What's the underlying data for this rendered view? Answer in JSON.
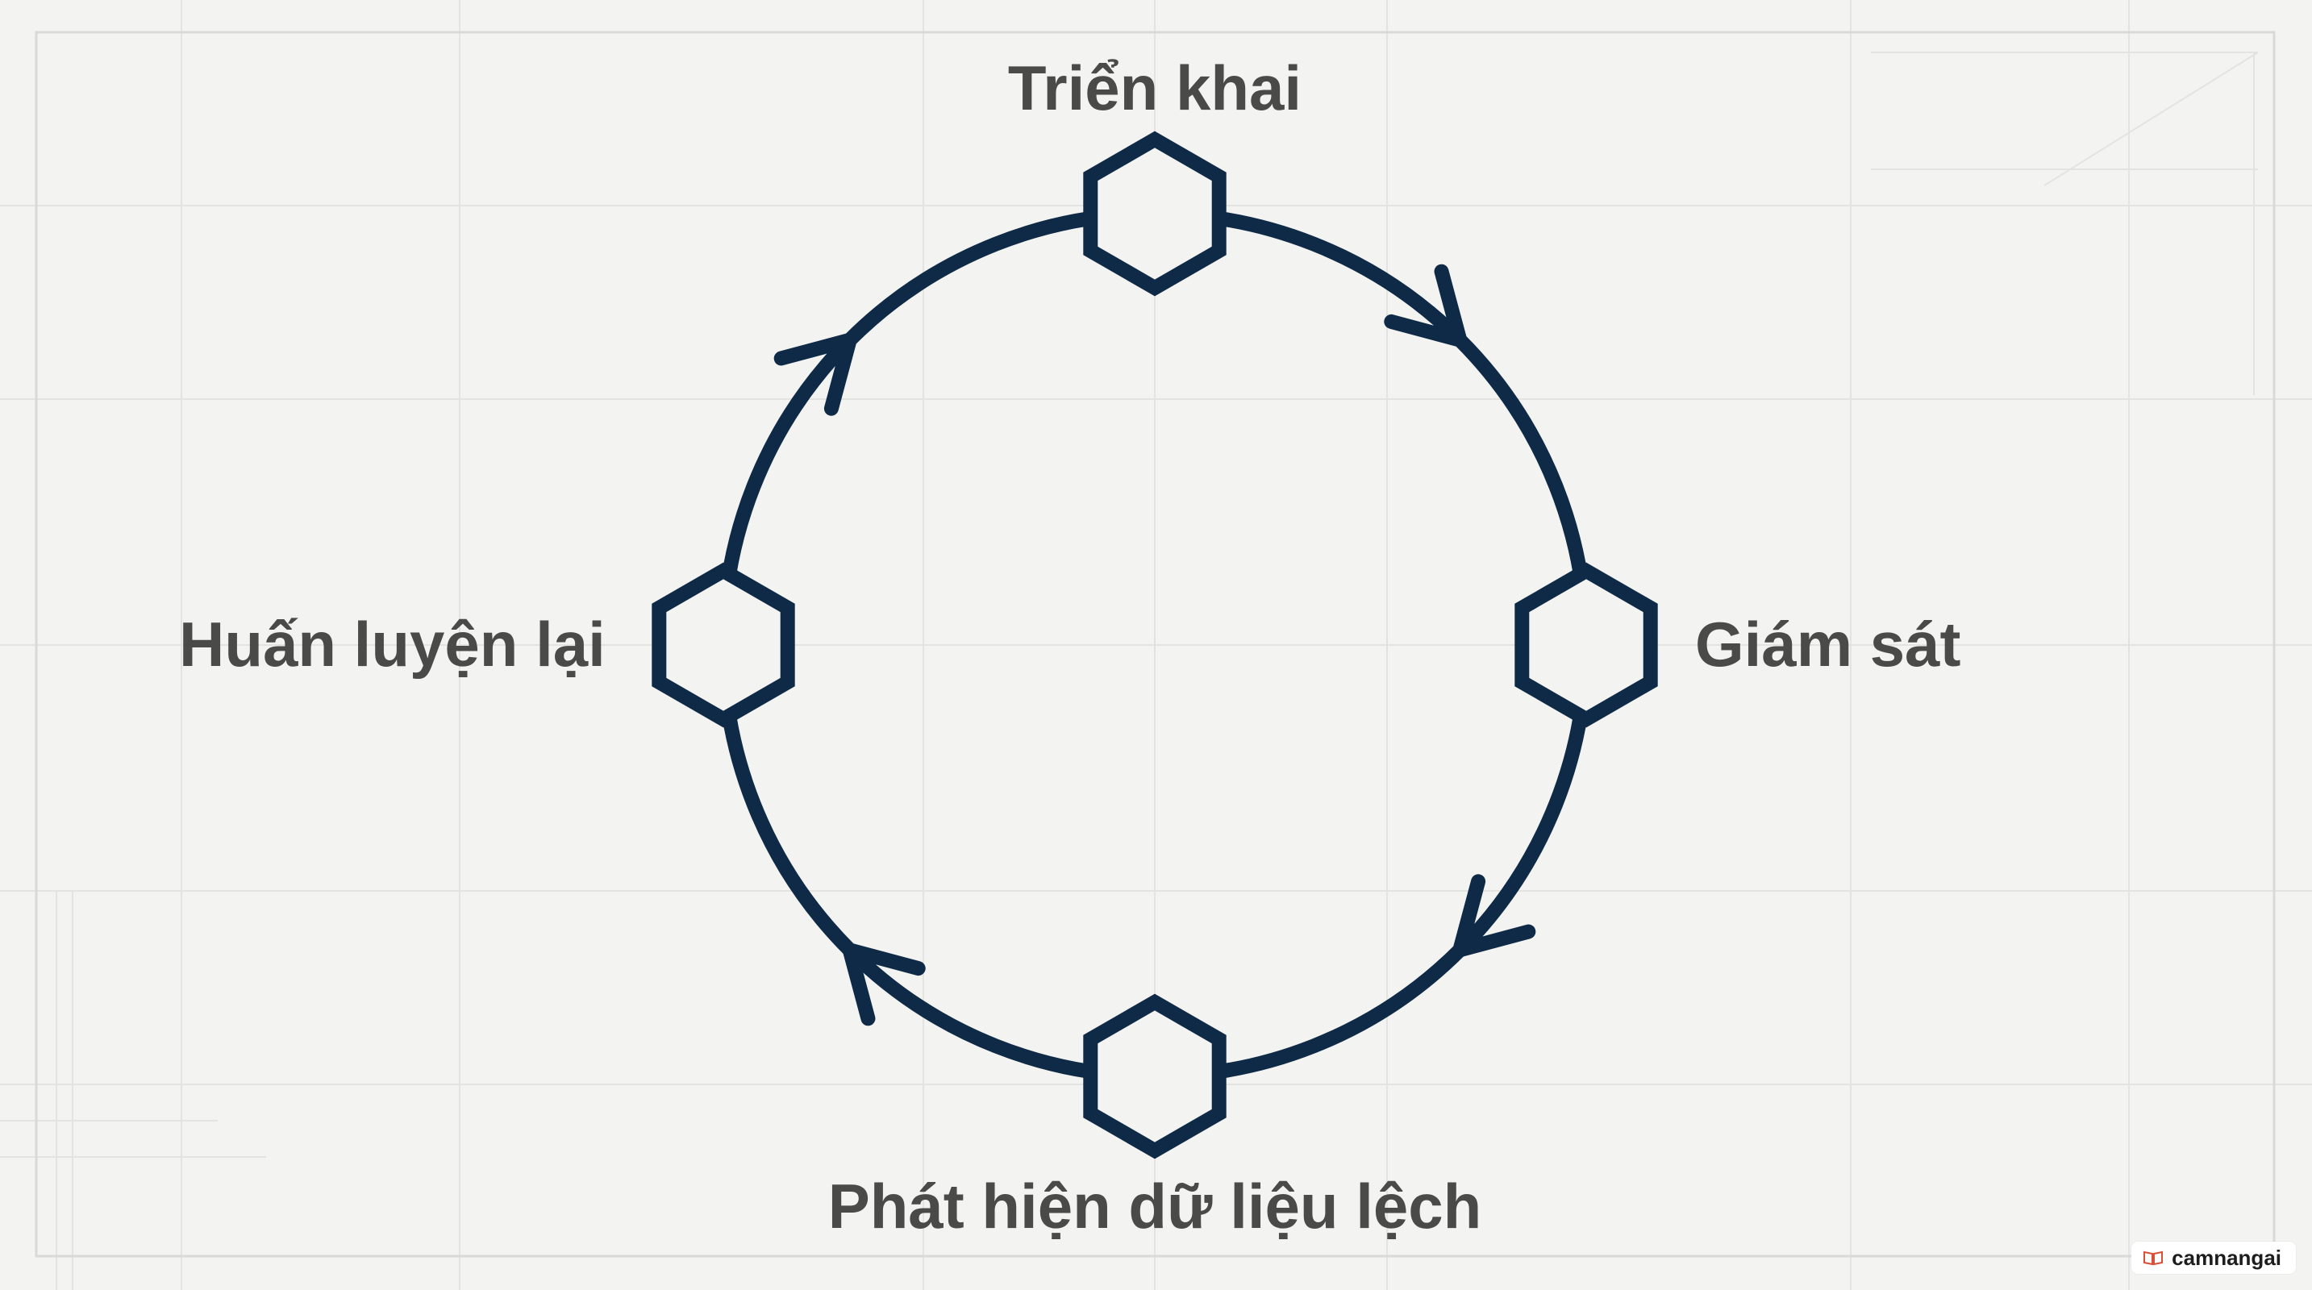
{
  "diagram": {
    "nodes": [
      {
        "id": "top",
        "label": "Triển khai"
      },
      {
        "id": "right",
        "label": "Giám sát"
      },
      {
        "id": "bottom",
        "label": "Phát hiện dữ liệu lệch"
      },
      {
        "id": "left",
        "label": "Huấn luyện lại"
      }
    ],
    "edges": [
      {
        "from": "top",
        "to": "right"
      },
      {
        "from": "right",
        "to": "bottom"
      },
      {
        "from": "bottom",
        "to": "left"
      },
      {
        "from": "left",
        "to": "top"
      }
    ],
    "direction": "clockwise",
    "colors": {
      "stroke": "#0f2a47",
      "label": "#4a4a48",
      "background": "#f3f3f1",
      "grid": "#e3e3e0"
    }
  },
  "watermark": {
    "text": "camnangai",
    "icon": "book-icon"
  }
}
